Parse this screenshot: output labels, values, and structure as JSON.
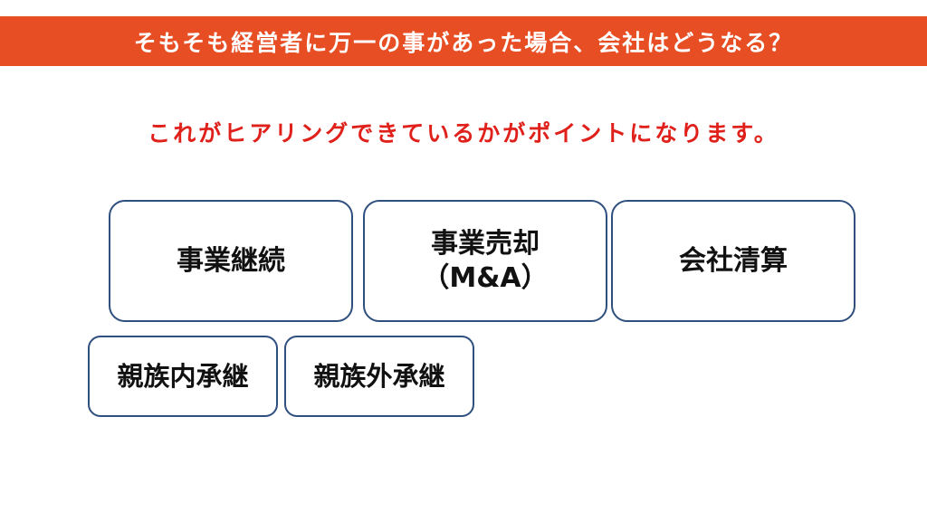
{
  "header": {
    "title": "そもそも経営者に万一の事があった場合、会社はどうなる？"
  },
  "subtitle": "これがヒアリングできているかがポイントになります。",
  "options": {
    "business_continuation": "事業継続",
    "business_sale": {
      "line1": "事業売却",
      "line2": "（M&A）"
    },
    "liquidation": "会社清算"
  },
  "succession": {
    "family": "親族内承継",
    "non_family": "親族外承継"
  },
  "colors": {
    "title_bar": "#e84e24",
    "subtitle_text": "#e0201a",
    "box_border": "#2f4f7f"
  }
}
